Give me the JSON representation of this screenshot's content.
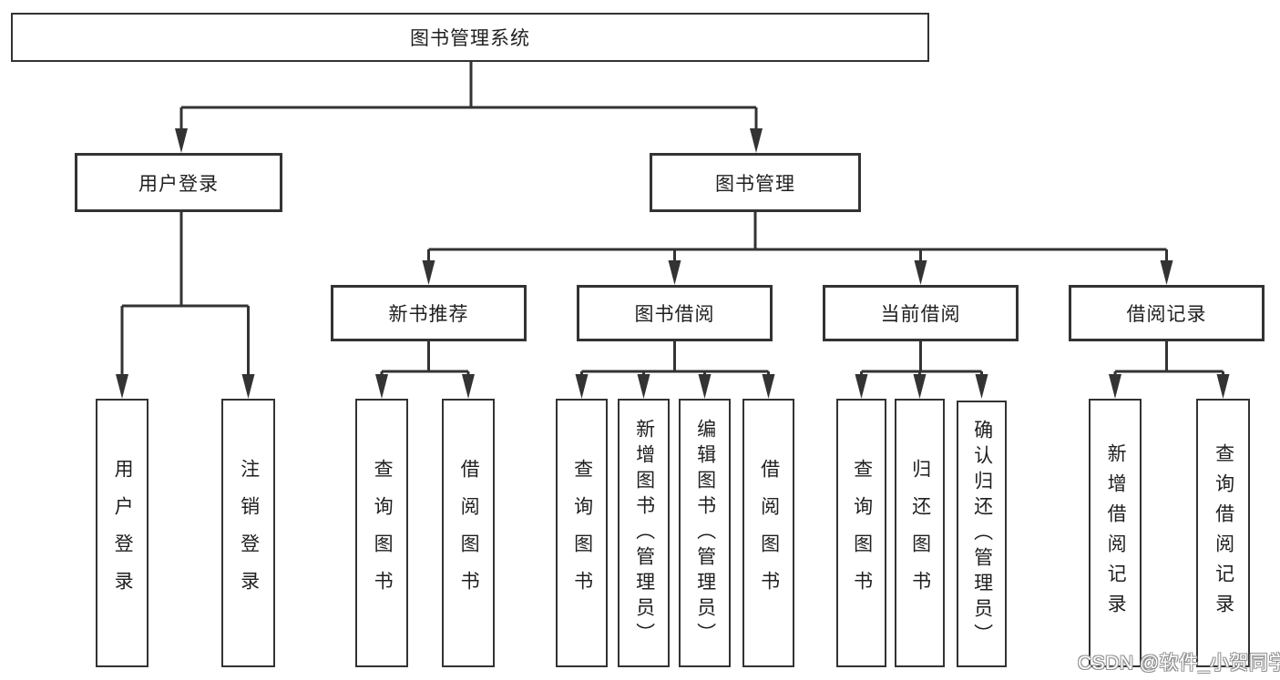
{
  "tree": {
    "root": {
      "label": "图书管理系统"
    },
    "branches": [
      {
        "label": "用户登录",
        "children": [
          {
            "label": "用户登录"
          },
          {
            "label": "注销登录"
          }
        ]
      },
      {
        "label": "图书管理",
        "children": [
          {
            "label": "新书推荐",
            "children": [
              {
                "label": "查询图书"
              },
              {
                "label": "借阅图书"
              }
            ]
          },
          {
            "label": "图书借阅",
            "children": [
              {
                "label": "查询图书"
              },
              {
                "label": "新增图书（管理员）"
              },
              {
                "label": "编辑图书（管理员）"
              },
              {
                "label": "借阅图书"
              }
            ]
          },
          {
            "label": "当前借阅",
            "children": [
              {
                "label": "查询图书"
              },
              {
                "label": "归还图书"
              },
              {
                "label": "确认归还（管理员）"
              }
            ]
          },
          {
            "label": "借阅记录",
            "children": [
              {
                "label": "新增借阅记录"
              },
              {
                "label": "查询借阅记录"
              }
            ]
          }
        ]
      }
    ]
  },
  "watermark": {
    "text": "CSDN @软件_小贺同学"
  },
  "colors": {
    "line": "#333333",
    "text": "#1f1f1f",
    "background": "#ffffff",
    "watermark_fill": "#ffffff",
    "watermark_outline": "#929292"
  }
}
